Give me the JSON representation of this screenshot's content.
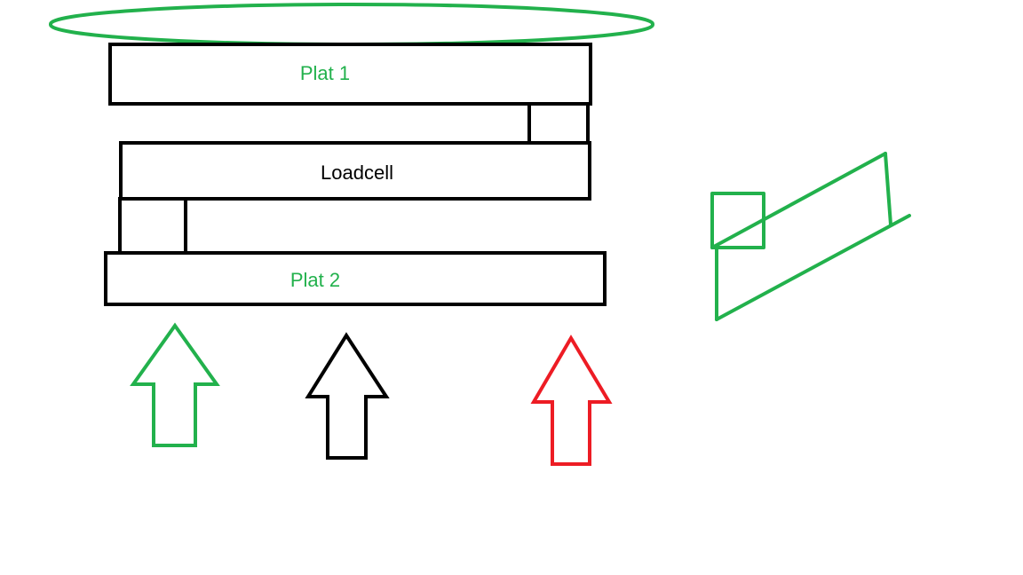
{
  "labels": {
    "plate1": "Plat 1",
    "loadcell": "Loadcell",
    "plate2": "Plat 2"
  },
  "colors": {
    "green": "#22b14c",
    "black": "#000000",
    "red": "#ed1c24"
  },
  "arrows": [
    {
      "name": "green-arrow",
      "color": "green"
    },
    {
      "name": "black-arrow",
      "color": "black"
    },
    {
      "name": "red-arrow",
      "color": "red"
    }
  ]
}
